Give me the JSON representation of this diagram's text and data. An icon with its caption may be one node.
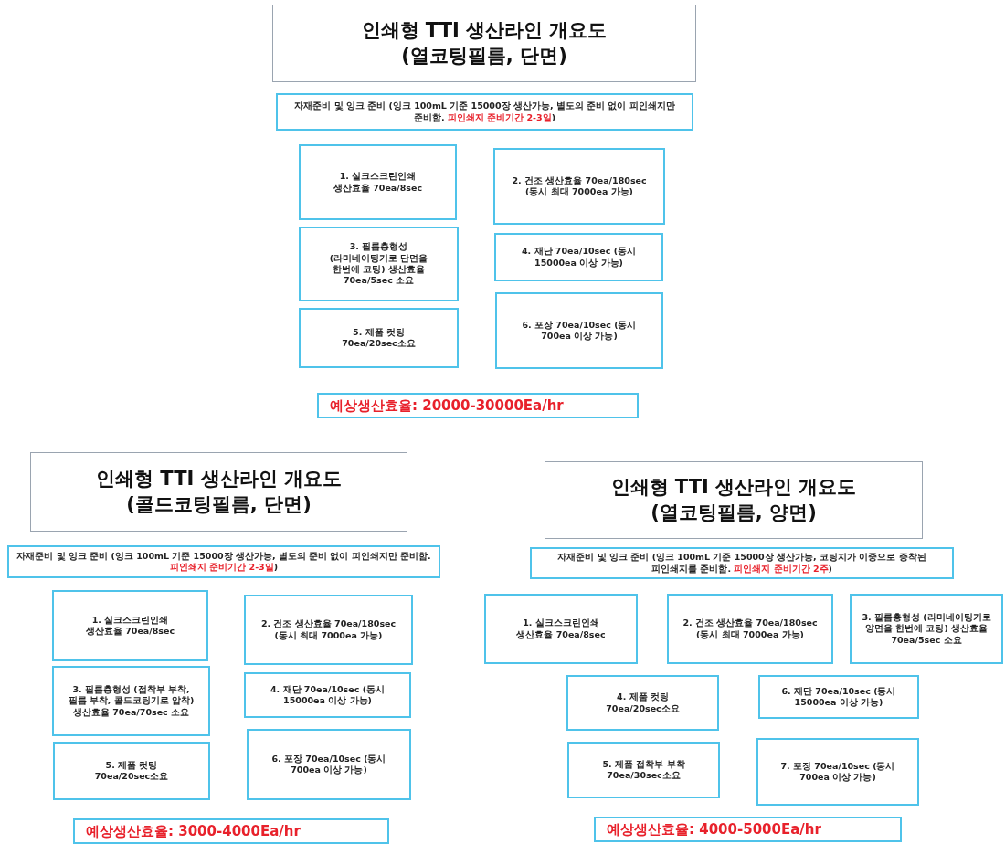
{
  "diagram": {
    "nodes": [
      {
        "text": [
          "인쇄형 TTI 생산라인 개요도 (열코팅필름, 단면)"
        ]
      },
      {
        "text": [
          "자재준비 및 잉크 준비 (잉크 100mL 기준 15000장 생산가능, 별도의 준비 없이 피인쇄지만 준비함.",
          "피인쇄지 준비기간 2-3일",
          ")"
        ]
      },
      {
        "text": [
          "1.   실크스크린인쇄 생산효율 70ea/8sec"
        ]
      },
      {
        "text": [
          "2. 건조 생산효율 70ea/180sec (동시 최대 7000ea 가능)"
        ]
      },
      {
        "text": [
          "3. 필름층형성 (라미네이팅기로 단면을 한번에 코팅) 생산효율 70ea/5sec 소요"
        ]
      },
      {
        "text": [
          "4. 재단 70ea/10sec (동시 15000ea 이상 가능)"
        ]
      },
      {
        "text": [
          "5. 제품 컷팅 70ea/20sec소요"
        ]
      },
      {
        "text": [
          "6. 포장 70ea/10sec (동시 700ea 이상 가능)"
        ]
      },
      {
        "text": [
          "예상생산효율:  20000-30000Ea/hr"
        ]
      },
      {
        "text": [
          "인쇄형 TTI 생산라인 개요도 (콜드코팅필름, 단면)"
        ]
      },
      {
        "text": [
          "자재준비 및 잉크 준비 (잉크 100mL 기준 15000장 생산가능, 별도의 준비 없이 피인쇄지만 준비함.",
          "피인쇄지 준비기간 2-3일",
          ")"
        ]
      },
      {
        "text": [
          "1.   실크스크린인쇄 생산효율 70ea/8sec"
        ]
      },
      {
        "text": [
          "2. 건조 생산효율 70ea/180sec (동시 최대 7000ea 가능)"
        ]
      },
      {
        "text": [
          "3. 필름층형성 (접착부 부착, 필름 부착, 콜드코팅기로 압착) 생산효율 70ea/70sec 소요"
        ]
      },
      {
        "text": [
          "4. 재단 70ea/10sec (동시 15000ea 이상 가능)"
        ]
      },
      {
        "text": [
          "5. 제품 컷팅 70ea/20sec소요"
        ]
      },
      {
        "text": [
          "6. 포장 70ea/10sec (동시 700ea 이상 가능)"
        ]
      },
      {
        "text": [
          "예상생산효율:  3000-4000Ea/hr"
        ]
      },
      {
        "text": [
          "인쇄형 TTI 생산라인 개요도 (열코팅필름, 양면)"
        ]
      },
      {
        "text": [
          "자재준비 및 잉크 준비 (잉크 100mL 기준 15000장 생산가능, 코팅지가 이중으로 증착된 피인쇄지를 준비함.",
          "피인쇄지 준비기간 2주",
          ")"
        ]
      },
      {
        "text": [
          "1.   실크스크린인쇄 생산효율 70ea/8sec"
        ]
      },
      {
        "text": [
          "2. 건조 생산효율 70ea/180sec (동시 최대 7000ea 가능)"
        ]
      },
      {
        "text": [
          "3. 필름층형성 (라미네이팅기로 양면을 한번에 코팅) 생산효율 70ea/5sec 소요"
        ]
      },
      {
        "text": [
          "4. 제품 컷팅 70ea/20sec소요"
        ]
      },
      {
        "text": [
          "6. 재단 70ea/10sec (동시 15000ea 이상 가능)"
        ]
      },
      {
        "text": [
          "5. 제품 접착부 부착 70ea/30sec소요"
        ]
      },
      {
        "text": [
          "7. 포장 70ea/10sec (동시 700ea 이상 가능)"
        ]
      },
      {
        "text": [
          "예상생산효율:  4000-5000Ea/hr"
        ]
      }
    ]
  }
}
